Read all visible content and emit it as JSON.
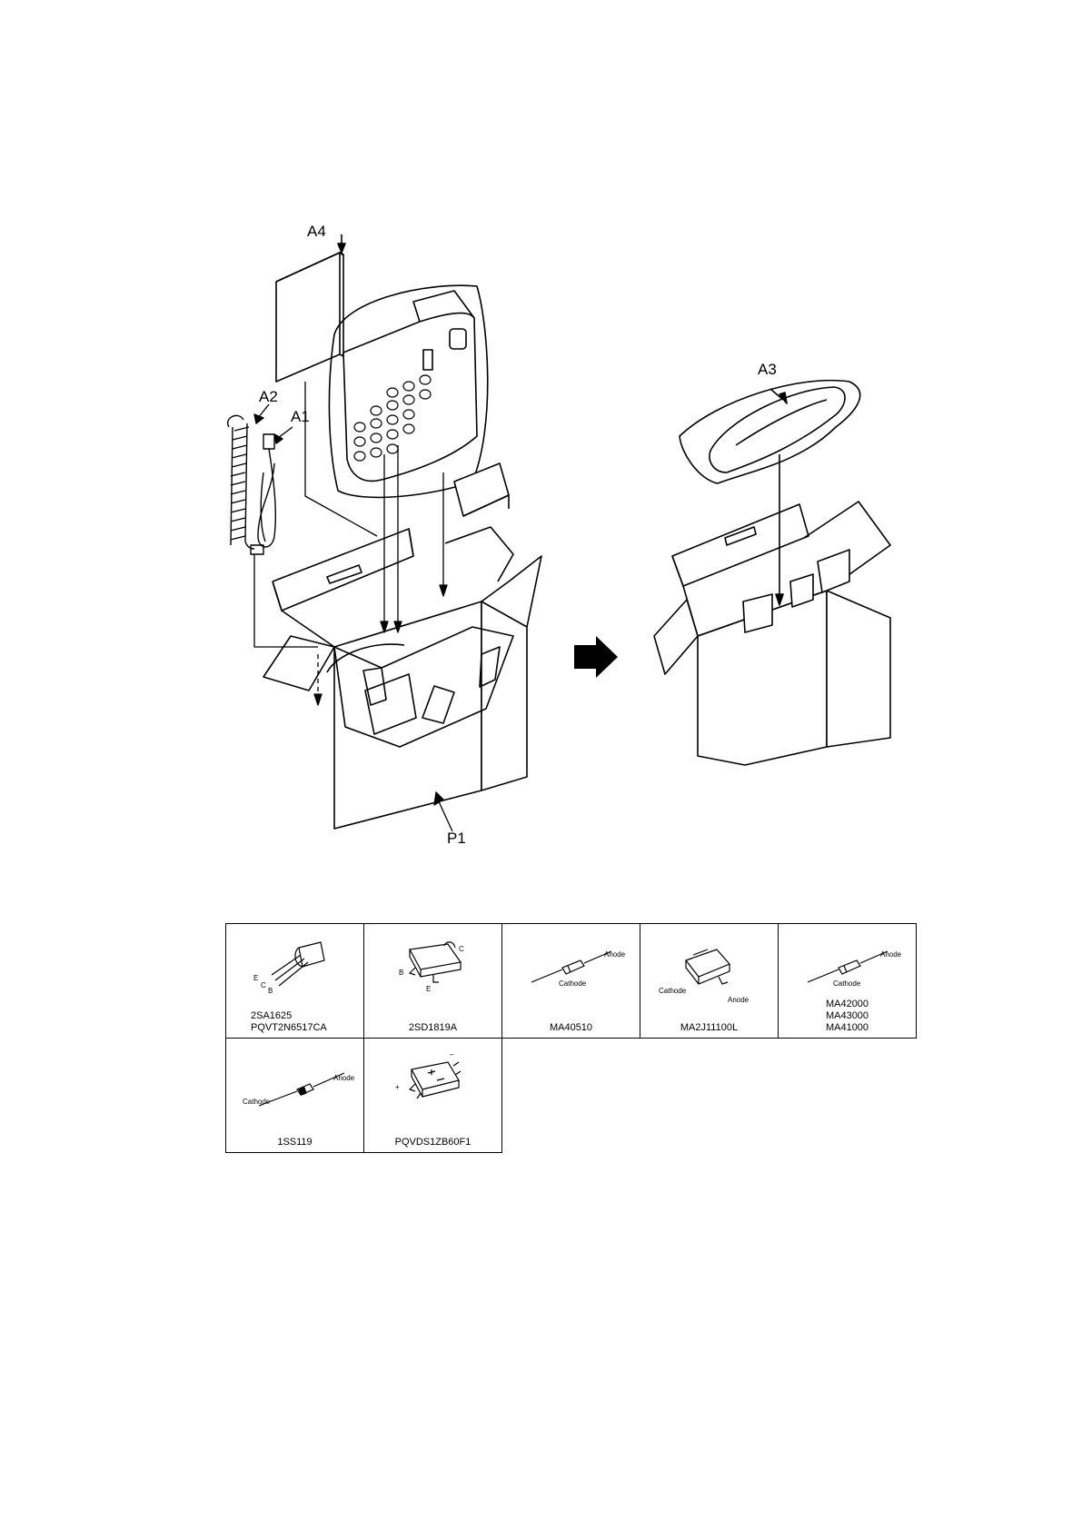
{
  "figure": {
    "labels": {
      "a4": "A4",
      "a2": "A2",
      "a1": "A1",
      "a3": "A3",
      "p1": "P1"
    }
  },
  "parts": [
    {
      "lines": [
        "2SA1625",
        "PQVT2N6517CA"
      ],
      "pins": {
        "e": "E",
        "c": "C",
        "b": "B"
      }
    },
    {
      "lines": [
        "2SD1819A"
      ],
      "pins": {
        "c": "C",
        "b": "B",
        "e": "E"
      }
    },
    {
      "lines": [
        "MA40510"
      ],
      "pins": {
        "anode": "Anode",
        "cathode": "Cathode"
      }
    },
    {
      "lines": [
        "MA2J11100L"
      ],
      "pins": {
        "anode": "Anode",
        "cathode": "Cathode"
      }
    },
    {
      "lines": [
        "MA42000",
        "MA43000",
        "MA41000"
      ],
      "pins": {
        "anode": "Anode",
        "cathode": "Cathode"
      }
    },
    {
      "lines": [
        "1SS119"
      ],
      "pins": {
        "anode": "Anode",
        "cathode": "Cathode"
      }
    },
    {
      "lines": [
        "PQVDS1ZB60F1"
      ],
      "pins": {
        "plus": "+",
        "minus": "–"
      }
    }
  ]
}
